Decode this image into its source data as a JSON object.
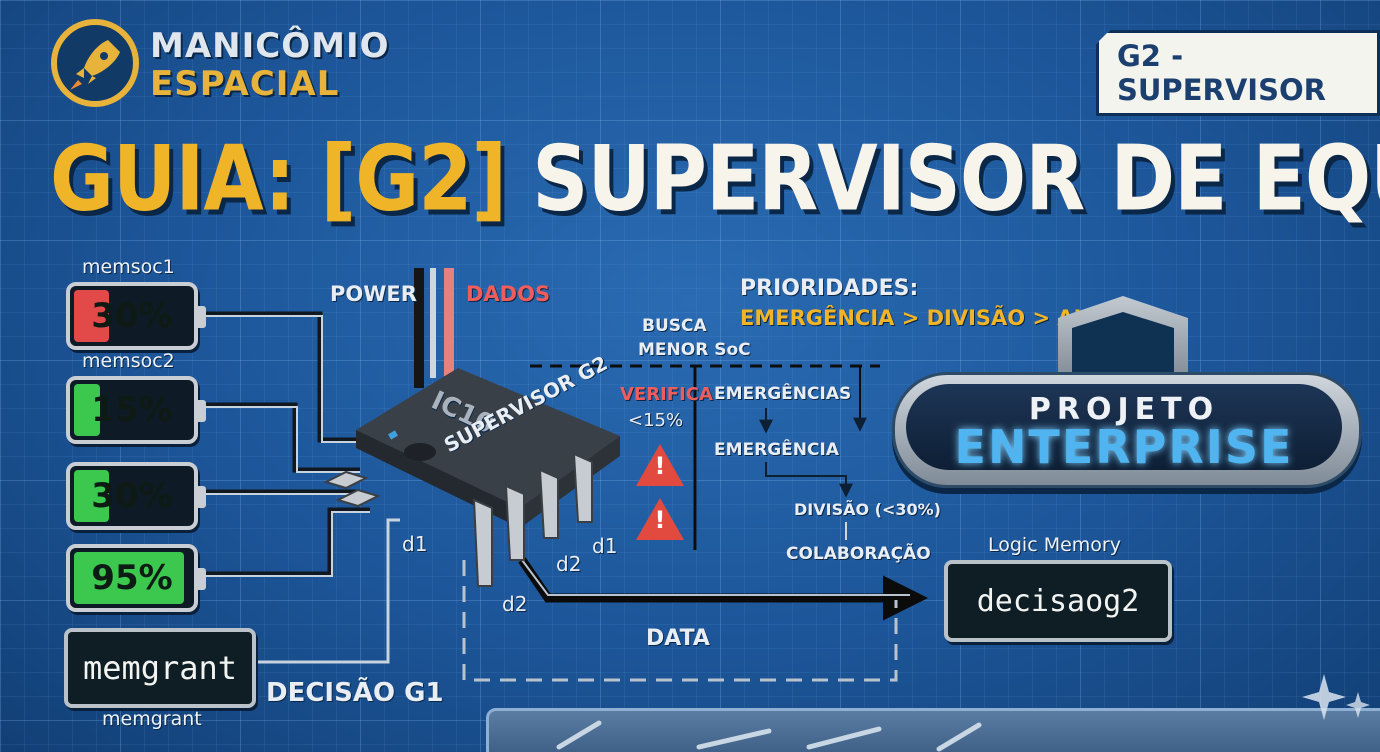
{
  "header": {
    "logo_line1": "MANICÔMIO",
    "logo_line2": "ESPACIAL",
    "badge": "G2 - SUPERVISOR",
    "title_part1": "GUIA:",
    "title_part2": "[G2]",
    "title_part3": "SUPERVISOR DE EQUIPE"
  },
  "batteries": [
    {
      "label": "memsoc1",
      "value": "30%",
      "level": 0.3,
      "color": "#e24a4a"
    },
    {
      "label": "memsoc2",
      "value": "15%",
      "level": 0.15,
      "color": "#3cc74e"
    },
    {
      "label": "",
      "value": "30%",
      "level": 0.3,
      "color": "#3cc74e"
    },
    {
      "label": "",
      "value": "95%",
      "level": 0.95,
      "color": "#3cc74e"
    }
  ],
  "memgrant": {
    "value": "memgrant",
    "label": "memgrant"
  },
  "chip": {
    "line1": "IC10",
    "line2": "SUPERVISOR G2"
  },
  "pins": {
    "d1_left": "d1",
    "d2_mid": "d2",
    "d1_right": "d1",
    "d2_bottom": "d2"
  },
  "labels": {
    "power": "POWER",
    "dados": "DADOS",
    "busca_line1": "BUSCA",
    "busca_line2": "MENOR SoC",
    "verifica_line1": "VERIFICA",
    "verifica_line2": "<15%",
    "prioridades_title": "PRIORIDADES:",
    "prioridades_order": "EMERGÊNCIA > DIVISÃO > AJUDA",
    "emergencias": "EMERGÊNCIAS",
    "emergencia": "EMERGÊNCIA",
    "divisao": "DIVISÃO (<30%)",
    "colaboracao": "COLABORAÇÃO",
    "data": "DATA",
    "decisao_g1": "DECISÃO G1",
    "logic_memory": "Logic Memory",
    "decisaog2": "decisaog2"
  },
  "emblem": {
    "small": "PROJETO",
    "big": "ENTERPRISE"
  },
  "warning_glyph": "!",
  "icons": [
    "rocket-icon",
    "warning-icon",
    "sparkle-icon",
    "wrench-icon"
  ],
  "colors": {
    "accent": "#f0b428",
    "background": "#1c5598",
    "alert": "#e24a3f",
    "charge": "#3cc74e"
  }
}
